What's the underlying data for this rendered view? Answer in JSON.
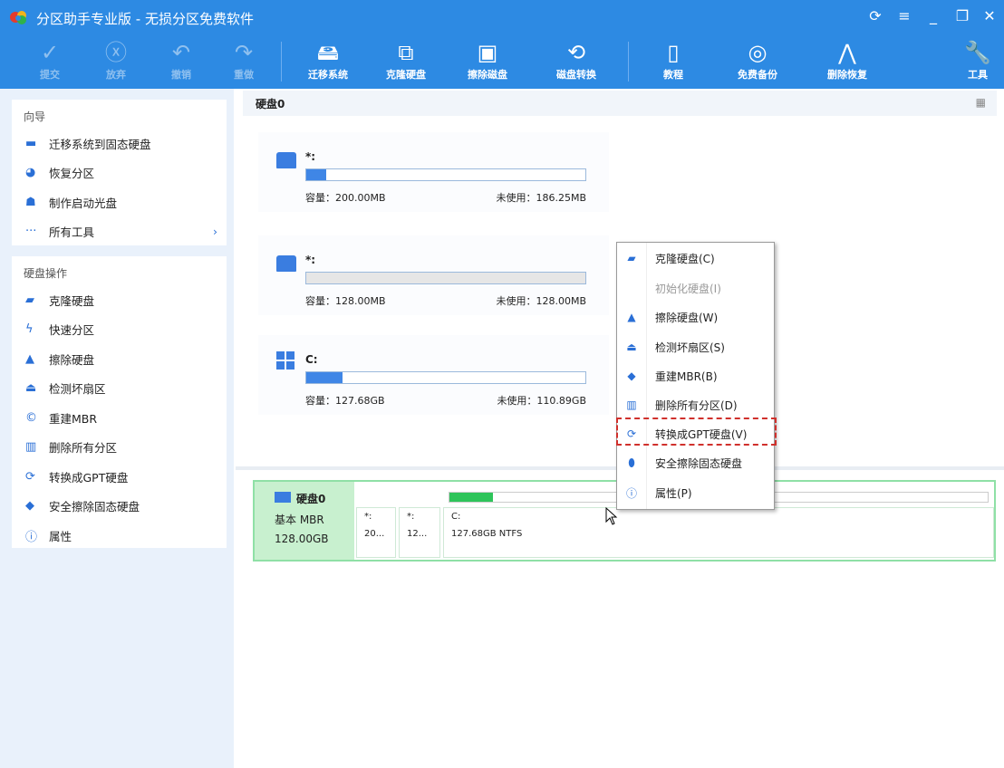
{
  "window": {
    "title": "分区助手专业版 - 无损分区免费软件"
  },
  "toolbar": [
    {
      "label": "提交",
      "icon": "check-icon",
      "enabled": false
    },
    {
      "label": "放弃",
      "icon": "discard-icon",
      "enabled": false
    },
    {
      "label": "撤销",
      "icon": "undo-icon",
      "enabled": false
    },
    {
      "label": "重做",
      "icon": "redo-icon",
      "enabled": false
    },
    {
      "label": "迁移系统",
      "icon": "migrate-os-icon",
      "enabled": true
    },
    {
      "label": "克隆硬盘",
      "icon": "clone-disk-icon",
      "enabled": true
    },
    {
      "label": "擦除磁盘",
      "icon": "wipe-disk-icon",
      "enabled": true
    },
    {
      "label": "磁盘转换",
      "icon": "disk-convert-icon",
      "enabled": true
    },
    {
      "label": "教程",
      "icon": "book-icon",
      "enabled": true
    },
    {
      "label": "免费备份",
      "icon": "backup-icon",
      "enabled": true
    },
    {
      "label": "删除恢复",
      "icon": "recover-icon",
      "enabled": true
    },
    {
      "label": "工具",
      "icon": "wrench-icon",
      "enabled": true
    }
  ],
  "sidebar": {
    "wizard": {
      "title": "向导",
      "items": [
        {
          "label": "迁移系统到固态硬盘"
        },
        {
          "label": "恢复分区"
        },
        {
          "label": "制作启动光盘"
        },
        {
          "label": "所有工具"
        }
      ]
    },
    "disk_ops": {
      "title": "硬盘操作",
      "items": [
        {
          "label": "克隆硬盘"
        },
        {
          "label": "快速分区"
        },
        {
          "label": "擦除硬盘"
        },
        {
          "label": "检测坏扇区"
        },
        {
          "label": "重建MBR"
        },
        {
          "label": "删除所有分区"
        },
        {
          "label": "转换成GPT硬盘"
        },
        {
          "label": "安全擦除固态硬盘"
        },
        {
          "label": "属性"
        }
      ]
    }
  },
  "main": {
    "disk_title": "硬盘0",
    "partitions": [
      {
        "name": "*:",
        "capacity": "容量：200.00MB",
        "free": "未使用：186.25MB",
        "used_fraction": 0.07
      },
      {
        "name": "*:",
        "capacity": "容量：128.00MB",
        "free": "未使用：128.00MB",
        "used_fraction": 0
      },
      {
        "name": "C:",
        "capacity": "容量：127.68GB",
        "free": "未使用：110.89GB",
        "used_fraction": 0.13
      }
    ],
    "disk_bar": {
      "name": "硬盘0",
      "type": "基本 MBR",
      "size": "128.00GB",
      "used_fraction": 0.08,
      "cells": [
        {
          "name": "*:",
          "info": "20..."
        },
        {
          "name": "*:",
          "info": "12..."
        },
        {
          "name": "C:",
          "info": "127.68GB NTFS"
        }
      ]
    }
  },
  "context_menu": [
    {
      "label": "克隆硬盘(C)",
      "icon": "clone-icon",
      "enabled": true
    },
    {
      "label": "初始化硬盘(I)",
      "icon": "",
      "enabled": false
    },
    {
      "label": "擦除硬盘(W)",
      "icon": "wipe-icon",
      "enabled": true
    },
    {
      "label": "检测坏扇区(S)",
      "icon": "bad-sector-icon",
      "enabled": true
    },
    {
      "label": "重建MBR(B)",
      "icon": "tag-icon",
      "enabled": true
    },
    {
      "label": "删除所有分区(D)",
      "icon": "trash-icon",
      "enabled": true
    },
    {
      "label": "转换成GPT硬盘(V)",
      "icon": "convert-icon",
      "enabled": true,
      "highlighted": true
    },
    {
      "label": "安全擦除固态硬盘",
      "icon": "eraser-icon",
      "enabled": true
    },
    {
      "label": "属性(P)",
      "icon": "info-icon",
      "enabled": true
    }
  ],
  "colors": {
    "accent": "#2d8ae3",
    "highlight": "#d0302c",
    "disk_selected": "#c8f0cf",
    "used_bar": "#3f86e6",
    "disk_used": "#2ec45a"
  }
}
